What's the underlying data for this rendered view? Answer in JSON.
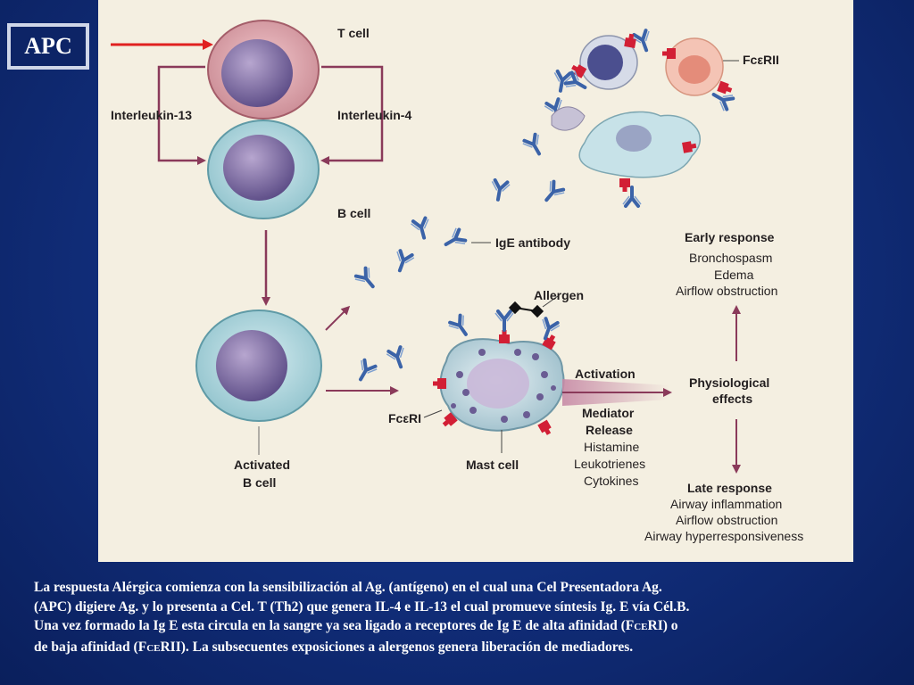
{
  "slide": {
    "apc_label": "APC",
    "caption": {
      "line1": "La respuesta Alérgica comienza con la sensibilización al Ag. (antígeno) en el cual una Cel Presentadora Ag.",
      "line2": "(APC) digiere Ag. y lo presenta a Cel. T (Th2) que genera IL-4 e IL-13 el cual promueve síntesis Ig. E vía Cél.B.",
      "line3_a": "Una vez formado la Ig E esta circula en la sangre ya sea ligado a receptores de Ig E de alta afinidad (F",
      "line3_sc": "CE",
      "line3_b": "RI) o",
      "line4_a": "de baja afinidad (F",
      "line4_sc": "CE",
      "line4_b": "RII). La subsecuentes exposiciones a alergenos genera liberación de mediadores."
    }
  },
  "diagram": {
    "t_cell": "T cell",
    "interleukin_13": "Interleukin-13",
    "interleukin_4": "Interleukin-4",
    "b_cell": "B cell",
    "activated_b_cell_1": "Activated",
    "activated_b_cell_2": "B cell",
    "ige_antibody": "IgE antibody",
    "allergen": "Allergen",
    "fceri": "FcεRI",
    "fceri_top": "FcεRII",
    "mast_cell": "Mast cell",
    "activation": "Activation",
    "mediator_release_1": "Mediator",
    "mediator_release_2": "Release",
    "mediators": [
      "Histamine",
      "Leukotrienes",
      "Cytokines"
    ],
    "physiological_effects_1": "Physiological",
    "physiological_effects_2": "effects",
    "early_response": "Early response",
    "early_items": [
      "Bronchospasm",
      "Edema",
      "Airflow obstruction"
    ],
    "late_response": "Late response",
    "late_items": [
      "Airway inflammation",
      "Airflow obstruction",
      "Airway hyperresponsiveness"
    ]
  },
  "colors": {
    "arrow_red": "#e02020",
    "receptor_red": "#d21f35",
    "antibody_blue": "#3b63a8",
    "flow_arrow": "#8a3a5a"
  }
}
